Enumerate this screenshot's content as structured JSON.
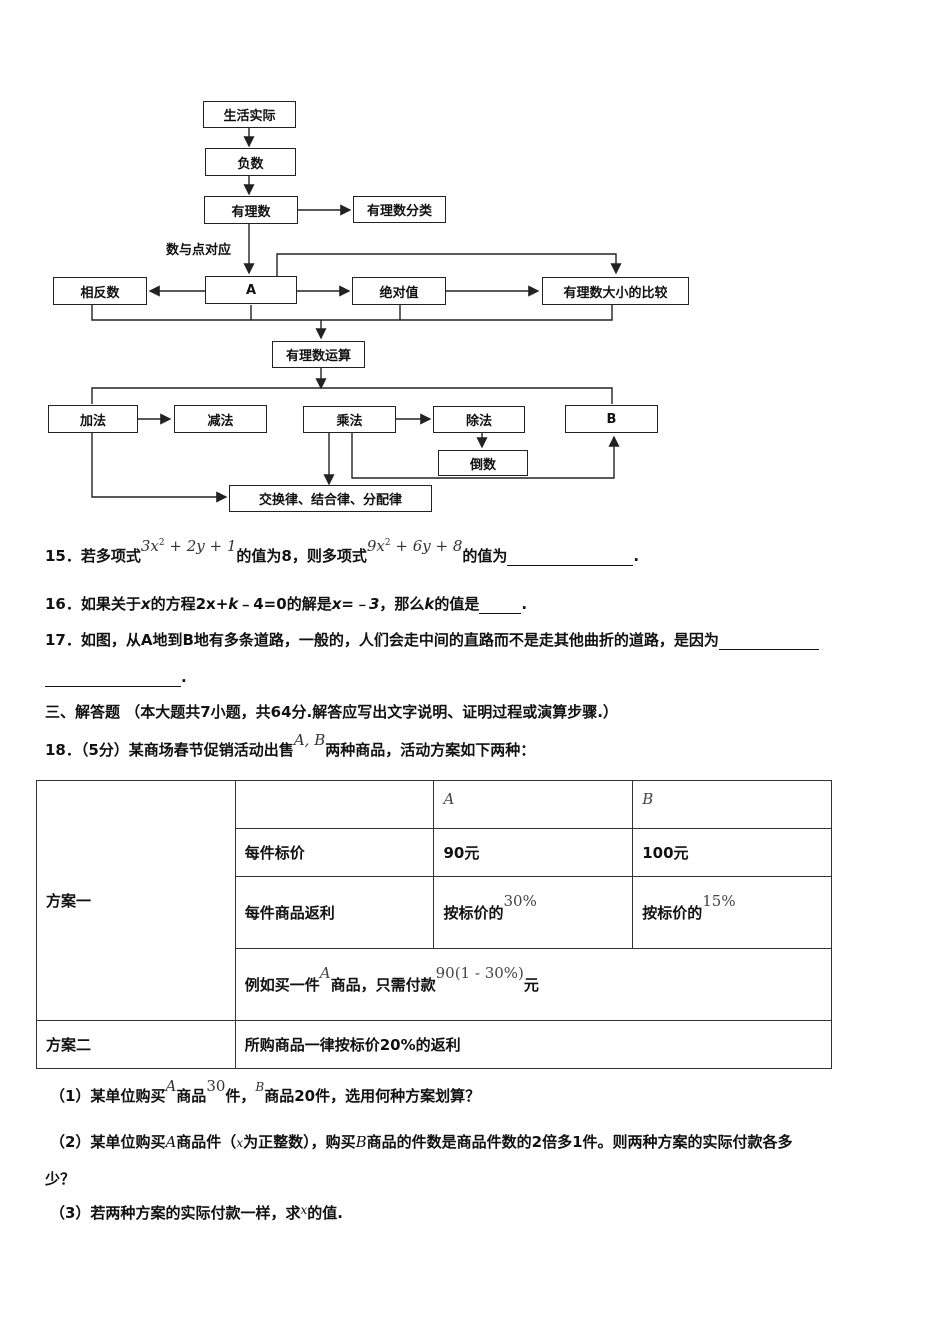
{
  "flowchart": {
    "life": "生活实际",
    "negative": "负数",
    "rational": "有理数",
    "classification": "有理数分类",
    "number_point": "数与点对应",
    "opposite": "相反数",
    "a_box": "A",
    "absolute": "绝对值",
    "compare": "有理数大小的比较",
    "operations": "有理数运算",
    "add": "加法",
    "subtract": "减法",
    "multiply": "乘法",
    "divide": "除法",
    "b_box": "B",
    "reciprocal": "倒数",
    "laws": "交换律、结合律、分配律"
  },
  "q15": {
    "prefix": "15．若多项式",
    "expr1_a": "3x",
    "expr1_exp": "2",
    "expr1_b": " + 2y + 1",
    "mid": "的值为8，则多项式",
    "expr2_a": "9x",
    "expr2_exp": "2",
    "expr2_b": " + 6y + 8",
    "suffix": "的值为",
    "end": "."
  },
  "q16": {
    "p1": "16．如果关于",
    "v1": "x",
    "p2": "的方程",
    "eq_a": "2x+",
    "eq_k": "k",
    "eq_b": "﹣4=0",
    "p3": "的解是",
    "sol": "x=﹣3",
    "p4": "，那么",
    "v2": "k",
    "p5": "的值是",
    "end": "."
  },
  "q17": {
    "text": "17．如图，从A地到B地有多条道路，一般的，人们会走中间的直路而不是走其他曲折的道路，是因为",
    "end": "."
  },
  "section3": "三、解答题 （本大题共7小题，共64分.解答应写出文字说明、证明过程或演算步骤.）",
  "q18": {
    "prefix": "18．（5分）某商场春节促销活动出售",
    "ab": "A, B",
    "suffix": "两种商品，活动方案如下两种："
  },
  "table": {
    "plan1": "方案一",
    "plan2": "方案二",
    "col_a": "A",
    "col_b": "B",
    "row_price": "每件标价",
    "price_a": "90元",
    "price_b": "100元",
    "row_rebate": "每件商品返利",
    "rebate_prefix": "按标价的",
    "rebate_a": "30%",
    "rebate_b": "15%",
    "example_p1": "例如买一件",
    "example_a": "A",
    "example_p2": "商品，只需付款",
    "example_formula": "90(1 - 30%)",
    "example_unit": "元",
    "plan2_text": "所购商品一律按标价20%的返利"
  },
  "sub1": {
    "p1": "（1）某单位购买",
    "a": "A",
    "p2": "商品",
    "n": "30",
    "p3": "件，",
    "b": "B",
    "p4": "商品20件，选用何种方案划算？"
  },
  "sub2": {
    "p1": "（2）某单位购买",
    "a": "A",
    "p2": "商品件（",
    "x": "x",
    "p3": "为正整数），购买",
    "b": "B",
    "p4": "商品的件数是商品件数的2倍多1件。则两种方案的实际付款各多",
    "line2": "少？"
  },
  "sub3": {
    "p1": "（3）若两种方案的实际付款一样，求",
    "x": "x",
    "p2": "的值."
  }
}
